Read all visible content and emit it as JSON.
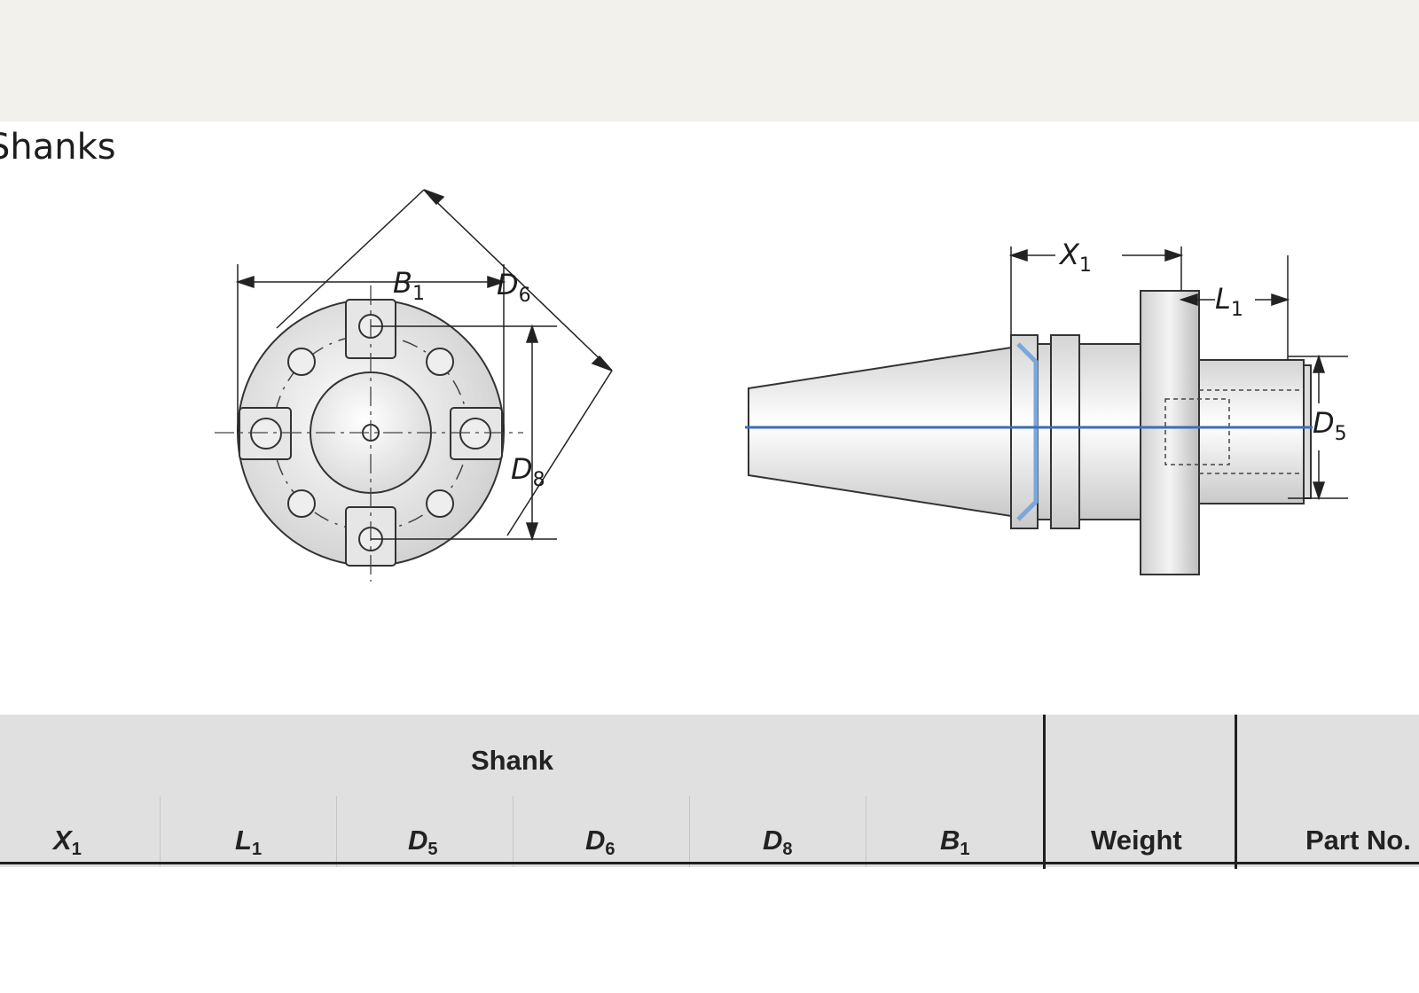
{
  "page": {
    "title": "Shanks"
  },
  "front_view": {
    "labels": {
      "b1": {
        "main": "B",
        "sub": "1"
      },
      "d6": {
        "main": "D",
        "sub": "6"
      },
      "d8": {
        "main": "D",
        "sub": "8"
      }
    }
  },
  "side_view": {
    "labels": {
      "x1": {
        "main": "X",
        "sub": "1"
      },
      "l1": {
        "main": "L",
        "sub": "1"
      },
      "d5": {
        "main": "D",
        "sub": "5"
      }
    }
  },
  "table": {
    "group_header": "Shank",
    "columns": [
      {
        "main": "X",
        "sub": "1"
      },
      {
        "main": "L",
        "sub": "1"
      },
      {
        "main": "D",
        "sub": "5"
      },
      {
        "main": "D",
        "sub": "6"
      },
      {
        "main": "D",
        "sub": "8"
      },
      {
        "main": "B",
        "sub": "1"
      }
    ],
    "weight_header": "Weight",
    "part_header": "Part No."
  },
  "colors": {
    "background": "#f2f1ec",
    "sheet": "#ffffff",
    "header_fill": "#e1e0e0",
    "axis_blue": "#3b6fb6"
  }
}
